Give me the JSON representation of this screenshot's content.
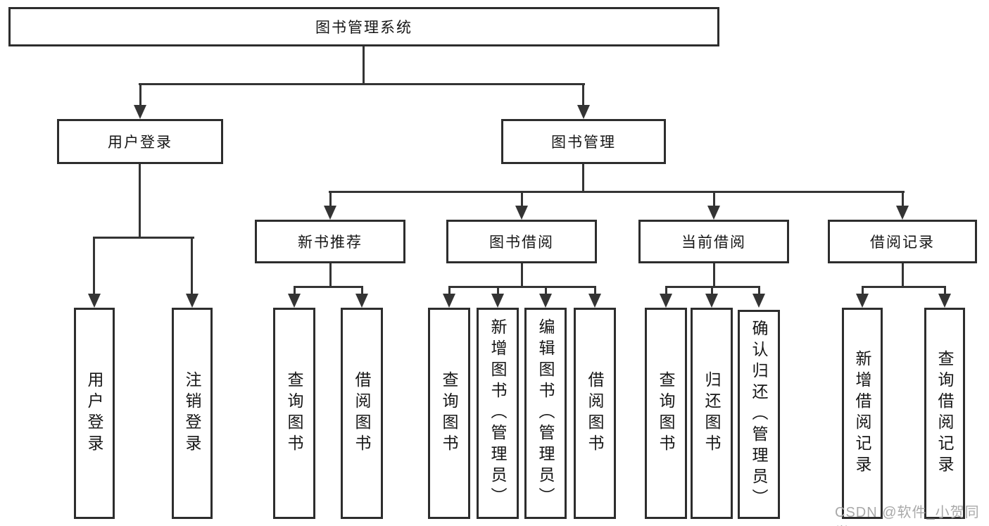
{
  "colors": {
    "line": "#343434",
    "box_border": "#2d2d2d",
    "box_fill": "#ffffff",
    "text": "#161616",
    "watermark": "#a9a9a9",
    "background": "#ffffff"
  },
  "watermark": {
    "text": "CSDN @软件_小贺同学"
  },
  "tree": {
    "root": {
      "label": "图书管理系统"
    },
    "branches": [
      {
        "label": "用户登录",
        "children": [
          {
            "label": "用户登录"
          },
          {
            "label": "注销登录"
          }
        ]
      },
      {
        "label": "图书管理",
        "children": [
          {
            "label": "新书推荐",
            "children": [
              {
                "label": "查询图书"
              },
              {
                "label": "借阅图书"
              }
            ]
          },
          {
            "label": "图书借阅",
            "children": [
              {
                "label": "查询图书"
              },
              {
                "label": "新增图书（管理员）"
              },
              {
                "label": "编辑图书（管理员）"
              },
              {
                "label": "借阅图书"
              }
            ]
          },
          {
            "label": "当前借阅",
            "children": [
              {
                "label": "查询图书"
              },
              {
                "label": "归还图书"
              },
              {
                "label": "确认归还（管理员）"
              }
            ]
          },
          {
            "label": "借阅记录",
            "children": [
              {
                "label": "新增借阅记录"
              },
              {
                "label": "查询借阅记录"
              }
            ]
          }
        ]
      }
    ]
  }
}
